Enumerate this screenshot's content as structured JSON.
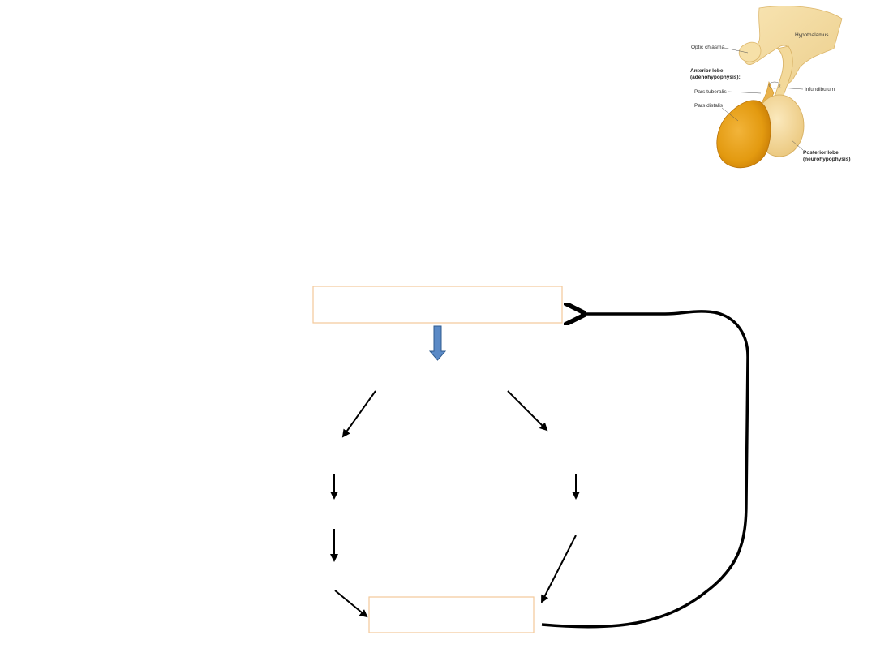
{
  "illustration": {
    "labels": {
      "hypothalamus": "Hypothalamus",
      "optic_chiasma": "Optic chiasma",
      "anterior_lobe_1": "Anterior lobe",
      "anterior_lobe_2": "(adenohypophysis):",
      "pars_tuberalis": "Pars tuberalis",
      "pars_distalis": "Pars distalis",
      "infundibulum": "Infundibulum",
      "posterior_lobe_1": "Posterior lobe",
      "posterior_lobe_2": "(neurohypophysis)"
    },
    "colors": {
      "anterior_lobe": "#e39a10",
      "posterior_lobe": "#f3d794",
      "tissue": "#f5dea5"
    }
  },
  "flowchart": {
    "top_box_text": "",
    "bottom_box_text": "",
    "box_border_color": "#f4c99a",
    "down_arrow_fill": "#5b8ac6",
    "down_arrow_stroke": "#2f5b8f",
    "feedback_arrow": "loop from bottom box back to top box"
  }
}
